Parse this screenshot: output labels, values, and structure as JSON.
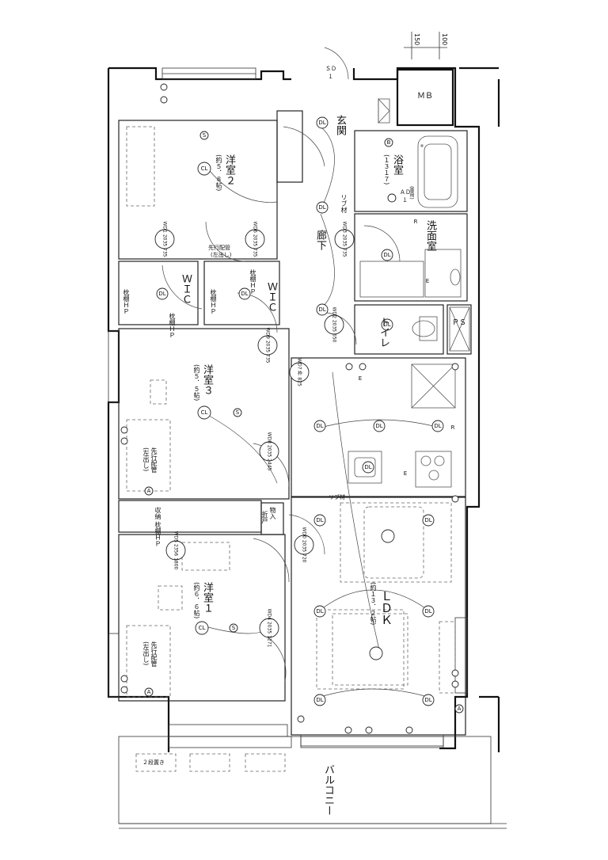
{
  "rooms": {
    "western2": {
      "name": "洋室２",
      "area": "(約５．８帖)"
    },
    "western3": {
      "name": "洋室３",
      "area": "(約５．５帖)"
    },
    "western1": {
      "name": "洋室１",
      "area": "(約６．６帖)"
    },
    "ldk": {
      "name": "ＬＤＫ",
      "area": "(約１３．２帖)"
    },
    "bath": {
      "name": "浴室",
      "size": "(１３１７)"
    },
    "washroom": {
      "name": "洗面室"
    },
    "toilet": {
      "name": "トイレ"
    },
    "entrance": {
      "name": "玄関"
    },
    "corridor": {
      "name": "廊下"
    },
    "wic_a": {
      "name": "ＷＩＣ"
    },
    "wic_b": {
      "name": "ＷＩＣ"
    },
    "balcony": {
      "name": "バルコニー"
    }
  },
  "labels": {
    "mb": "ＭＢ",
    "ps": "ＰＳ",
    "sd": "ＳＤ",
    "sd_num": "１",
    "ad": "ＡＤ",
    "ad_num": "１",
    "rib1": "リブ材",
    "rib2": "リブ材",
    "advance_pipe_1": "先行配管",
    "advance_pipe_1b": "(左出し)",
    "advance_pipe_2": "先行配管",
    "advance_pipe_2b": "(左出し)",
    "advance_pipe_3": "先行配管",
    "advance_pipe_3b": "(左出し)",
    "shelf_hp_1": "枕棚ＨＰ",
    "shelf_hp_2": "枕棚ＨＰ",
    "shelf_hp_3": "枕棚ＨＰ",
    "shelf_hp_4": "枕棚ＨＰ",
    "storage_hp": "収納 枕棚ＨＰ",
    "storage_door": "物入",
    "storage_door2": "折戸",
    "aircon_place": "２段置き",
    "dim_150": "150",
    "dim_100": "100",
    "senyou": "(専用)"
  },
  "doors": {
    "wd1": {
      "id": "WD1",
      "size": "2035",
      "w": "735"
    },
    "wd2": {
      "id": "WD2",
      "size": "2035",
      "w": "650"
    },
    "wd3": {
      "id": "WD3",
      "size": "2035",
      "w": "735"
    },
    "wd5": {
      "id": "WD5",
      "size": "2356",
      "w": "1800"
    },
    "wd6": {
      "id": "WD6",
      "size": "2035",
      "w": "735"
    },
    "wd7": {
      "id": "WD7",
      "size": "枠",
      "w": "825"
    },
    "wd8": {
      "id": "WD8",
      "size": "2035",
      "w": "2445"
    },
    "wd9": {
      "id": "WD9",
      "size": "2035",
      "w": "735"
    },
    "wd4": {
      "id": "WD4",
      "size": "2035",
      "w": "1271"
    },
    "wd0": {
      "id": "WD0",
      "size": "2035",
      "w": "720"
    }
  },
  "symbols": {
    "dl": "DL",
    "cl": "CL",
    "s": "S",
    "e": "E",
    "r": "R",
    "b": "B",
    "a": "A"
  },
  "colors": {
    "ink": "#111111",
    "paper": "#ffffff"
  }
}
